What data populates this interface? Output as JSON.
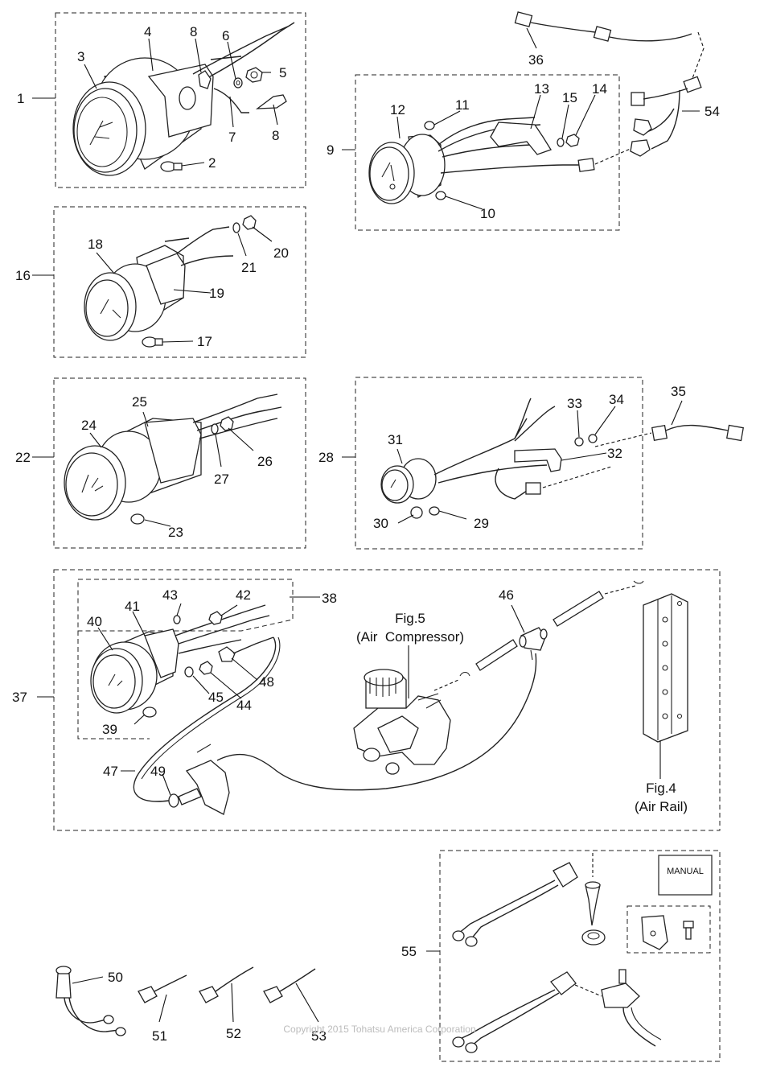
{
  "numbers": {
    "n1": "1",
    "n2": "2",
    "n3": "3",
    "n4": "4",
    "n5": "5",
    "n6": "6",
    "n7": "7",
    "n8": "8",
    "n9": "9",
    "n10": "10",
    "n11": "11",
    "n12": "12",
    "n13": "13",
    "n14": "14",
    "n15": "15",
    "n16": "16",
    "n17": "17",
    "n18": "18",
    "n19": "19",
    "n20": "20",
    "n21": "21",
    "n22": "22",
    "n23": "23",
    "n24": "24",
    "n25": "25",
    "n26": "26",
    "n27": "27",
    "n28": "28",
    "n29": "29",
    "n30": "30",
    "n31": "31",
    "n32": "32",
    "n33": "33",
    "n34": "34",
    "n35": "35",
    "n36": "36",
    "n37": "37",
    "n38": "38",
    "n39": "39",
    "n40": "40",
    "n41": "41",
    "n42": "42",
    "n43": "43",
    "n44": "44",
    "n45": "45",
    "n46": "46",
    "n47": "47",
    "n48": "48",
    "n49": "49",
    "n50": "50",
    "n51": "51",
    "n52": "52",
    "n53": "53",
    "n54": "54",
    "n55": "55"
  },
  "captions": {
    "fig5_line1": "Fig.5",
    "fig5_line2": "(Air  Compressor)",
    "fig4_line1": "Fig.4",
    "fig4_line2": "(Air Rail)",
    "manual": "MANUAL"
  },
  "copyright": "Copyright 2015 Tohatsu America Corporation"
}
